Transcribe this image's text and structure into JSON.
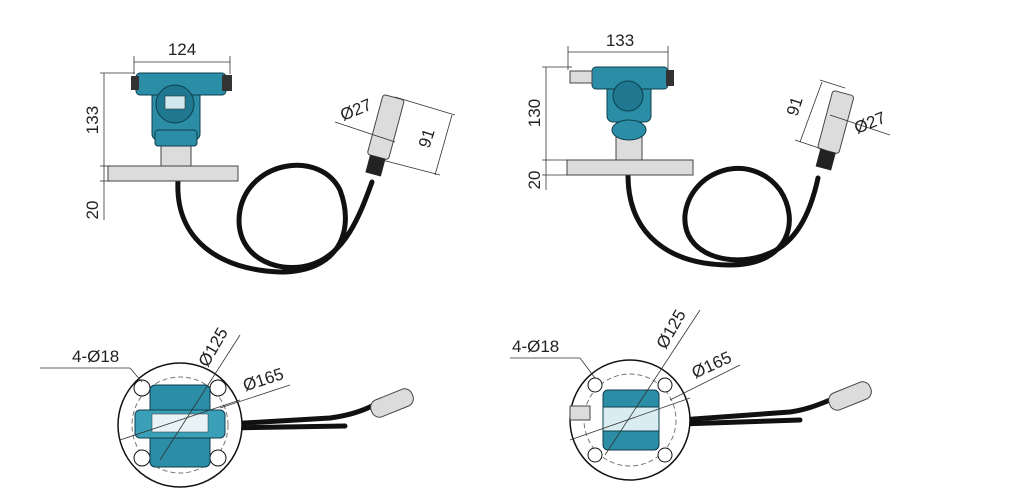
{
  "drawings": {
    "top_left": {
      "width": "124",
      "height": "133",
      "flange": "20",
      "probe_dia": "Ø27",
      "probe_len": "91"
    },
    "top_right": {
      "width": "133",
      "height": "130",
      "flange": "20",
      "probe_dia": "Ø27",
      "probe_len": "91"
    },
    "bottom_left": {
      "holes": "4-Ø18",
      "bolt_circle": "Ø125",
      "flange_dia": "Ø165"
    },
    "bottom_right": {
      "holes": "4-Ø18",
      "bolt_circle": "Ø125",
      "flange_dia": "Ø165"
    }
  },
  "colors": {
    "housing": "#2b8ea6",
    "steel": "#dcdcdc",
    "cable": "#111111"
  }
}
